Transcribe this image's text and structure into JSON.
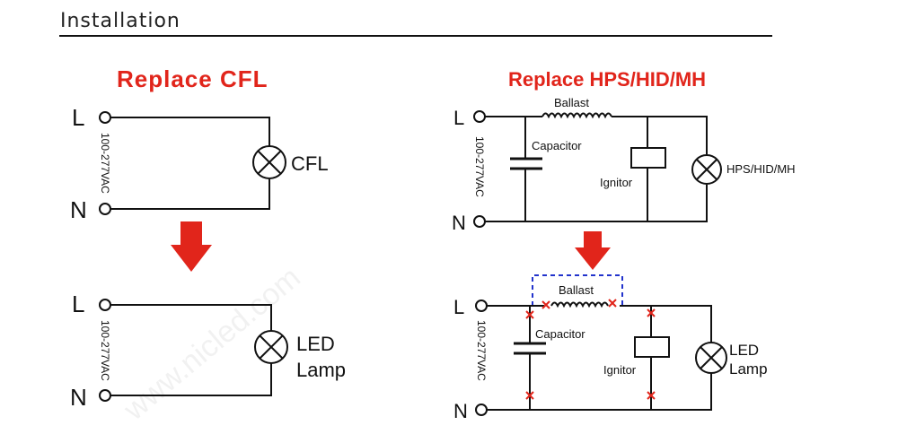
{
  "header": {
    "title": "Installation"
  },
  "watermark": "www.nicled.com",
  "colors": {
    "accent_red": "#e1251b",
    "dashed_box_blue": "#2233cc",
    "line": "#111111"
  },
  "left": {
    "title": "Replace  CFL",
    "top": {
      "l": "L",
      "n": "N",
      "voltage": "100-277VAC",
      "lamp_label": "CFL"
    },
    "bottom": {
      "l": "L",
      "n": "N",
      "voltage": "100-277VAC",
      "lamp_label_1": "LED",
      "lamp_label_2": "Lamp"
    }
  },
  "right": {
    "title": "Replace HPS/HID/MH",
    "top": {
      "l": "L",
      "n": "N",
      "voltage": "100-277VAC",
      "ballast": "Ballast",
      "capacitor": "Capacitor",
      "ignitor": "Ignitor",
      "lamp_label": "HPS/HID/MH"
    },
    "bottom": {
      "l": "L",
      "n": "N",
      "voltage": "100-277VAC",
      "ballast": "Ballast",
      "capacitor": "Capacitor",
      "ignitor": "Ignitor",
      "lamp_label_1": "LED",
      "lamp_label_2": "Lamp"
    }
  }
}
